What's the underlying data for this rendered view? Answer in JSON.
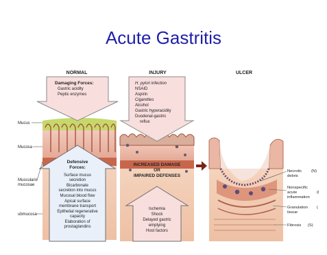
{
  "title": "Acute Gastritis",
  "panels": {
    "normal": {
      "heading": "NORMAL",
      "damaging_title": "Damaging Forces:",
      "damaging_items": [
        "Gastric acidity",
        "Peptic enzymes"
      ],
      "defensive_title": [
        "Defensive",
        "Forces:"
      ],
      "defensive_items": [
        "Surface mucus",
        "secretion",
        "Bicarbonate",
        "secretion into mucus",
        "Mucosal blood flow",
        "Apical surface",
        "membrane transport",
        "Epithelial regenerative",
        "capacity",
        "Elaboration of",
        "prostaglandins"
      ]
    },
    "injury": {
      "heading": "INJURY",
      "damaging_items": [
        "H. pylori infection",
        "NSAID",
        "Aspirin",
        "Cigarettes",
        "Alcohol",
        "Gastric hyperacidity",
        "Duodenal-gastric",
        "reflux"
      ],
      "center_label": [
        "INCREASED DAMAGE",
        "OR",
        "IMPAIRED DEFENSES"
      ],
      "defense_items": [
        "Ischemia",
        "Shock",
        "Delayed gastric",
        "emptying",
        "Host factors"
      ]
    },
    "ulcer": {
      "heading": "ULCER",
      "labels": [
        "Necrotic",
        "debris",
        "(N)",
        "Nonspecific",
        "acute",
        "inflammation",
        "(I",
        "Granulation",
        "tissue",
        "(",
        "Fibrosis",
        "(S)"
      ]
    }
  },
  "layers": {
    "mucus": "Mucus",
    "mucosa": "Mucosa",
    "muscularis": [
      "Muscularis",
      "mucosae"
    ],
    "submucosa": "ubmucosa"
  },
  "colors": {
    "title": "#1f1fa8",
    "mucus_green": "#c6d86a",
    "mucosa_pink": "#e9b7a4",
    "muscularis_red": "#c8664c",
    "submucosa_peach": "#f1cdb5",
    "arrow_fill": "#e9f0fa",
    "damage_box": "#f9dede",
    "dark_arrow": "#7a2318"
  }
}
